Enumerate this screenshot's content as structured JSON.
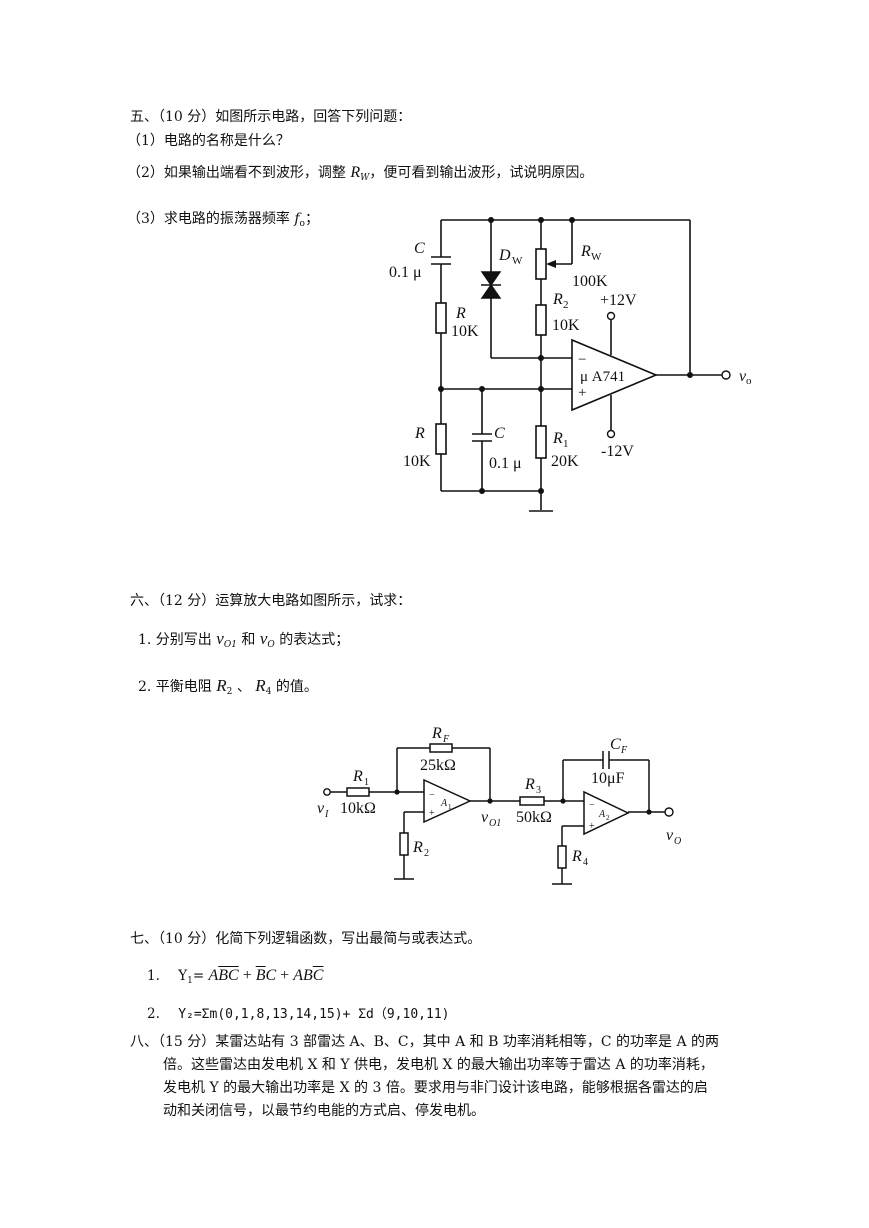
{
  "q5": {
    "title": "五、（10 分）如图所示电路，回答下列问题：",
    "item1": "（1）电路的名称是什么？",
    "item2_a": "（2）如果输出端看不到波形，调整 ",
    "item2_var": "R",
    "item2_sub": "W",
    "item2_b": "，便可看到输出波形，试说明原因。",
    "item3_a": "（3）求电路的振荡器频率 ",
    "item3_var": "f",
    "item3_sub": "o",
    "item3_b": "；",
    "circuit": {
      "c_top": "C",
      "c_top_val": "0.1 μ",
      "r_top": "R",
      "r_top_val": "10K",
      "dw": "D",
      "dw_sub": "W",
      "rw": "R",
      "rw_sub": "W",
      "rw_val": "100K",
      "r2": "R",
      "r2_sub": "2",
      "r2_val": "10K",
      "vplus": "+12V",
      "vminus": "-12V",
      "opamp_label": "μ A741",
      "minus": "−",
      "plus": "+",
      "r_bot": "R",
      "r_bot_val": "10K",
      "c_bot": "C",
      "c_bot_val": "0.1 μ",
      "r1": "R",
      "r1_sub": "1",
      "r1_val": "20K",
      "vo": "v",
      "vo_sub": "o"
    }
  },
  "q6": {
    "title": "六、（12 分）运算放大电路如图所示，试求：",
    "item1_a": "1.  分别写出 ",
    "item1_v1": "v",
    "item1_v1sub": "O1",
    "item1_mid": " 和 ",
    "item1_v2": "v",
    "item1_v2sub": "O",
    "item1_b": " 的表达式；",
    "item2_a": "2.  平衡电阻 ",
    "item2_r2": "R",
    "item2_r2sub": "2",
    "item2_sep": " 、 ",
    "item2_r4": "R",
    "item2_r4sub": "4",
    "item2_b": " 的值。",
    "circuit": {
      "rf": "R",
      "rf_sub": "F",
      "rf_val": "25kΩ",
      "r1": "R",
      "r1_sub": "1",
      "r1_val": "10kΩ",
      "vi": "v",
      "vi_sub": "I",
      "a1": "A",
      "a1_sub": "1",
      "vo1": "v",
      "vo1_sub": "O1",
      "r2": "R",
      "r2_sub": "2",
      "r3": "R",
      "r3_sub": "3",
      "r3_val": "50kΩ",
      "cf": "C",
      "cf_sub": "F",
      "cf_val": "10μF",
      "a2": "A",
      "a2_sub": "2",
      "r4": "R",
      "r4_sub": "4",
      "vo": "v",
      "vo_sub": "O",
      "minus": "−",
      "plus": "+"
    }
  },
  "q7": {
    "title": "七、（10 分）化简下列逻辑函数，写出最简与或表达式。",
    "item1_num": "1.",
    "item1_lhs": "Y",
    "item1_lhs_sub": "1",
    "item1_eq": "= ",
    "item2_num": "2.",
    "item2_text": "Y₂=Σm(0,1,8,13,14,15)+ Σd（9,10,11)"
  },
  "q8": {
    "line1": "八、（15 分）某雷达站有 3 部雷达 A、B、C，其中 A 和 B 功率消耗相等，C 的功率是 A 的两",
    "line2": "倍。这些雷达由发电机 X 和 Y 供电，发电机 X 的最大输出功率等于雷达 A 的功率消耗，",
    "line3": "发电机 Y 的最大输出功率是 X 的 3 倍。要求用与非门设计该电路，能够根据各雷达的启",
    "line4": "动和关闭信号，以最节约电能的方式启、停发电机。"
  }
}
